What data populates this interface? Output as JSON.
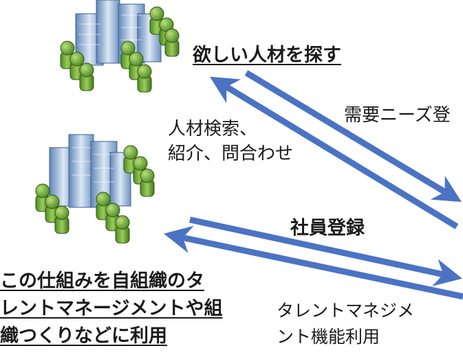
{
  "labels": {
    "find_talent": "欲しい人材を探す",
    "search_lines": [
      "人材検索、",
      "紹介、問合わせ"
    ],
    "demand_registration": "需要ニーズ登",
    "employee_registration": "社員登録",
    "own_org_lines": [
      "この仕組みを自組織のタ",
      "レントマネージメントや組",
      "織つくりなどに利用"
    ],
    "talent_mgmt_lines": [
      "タレントマネジメ",
      "ント機能利用"
    ]
  },
  "colors": {
    "arrow": "#4a73c4",
    "building": "#8fb0d6",
    "person_body": "#6fa63a",
    "person_dark": "#3d6e1c"
  },
  "icons": [
    "office-building-icon",
    "people-group-icon"
  ]
}
